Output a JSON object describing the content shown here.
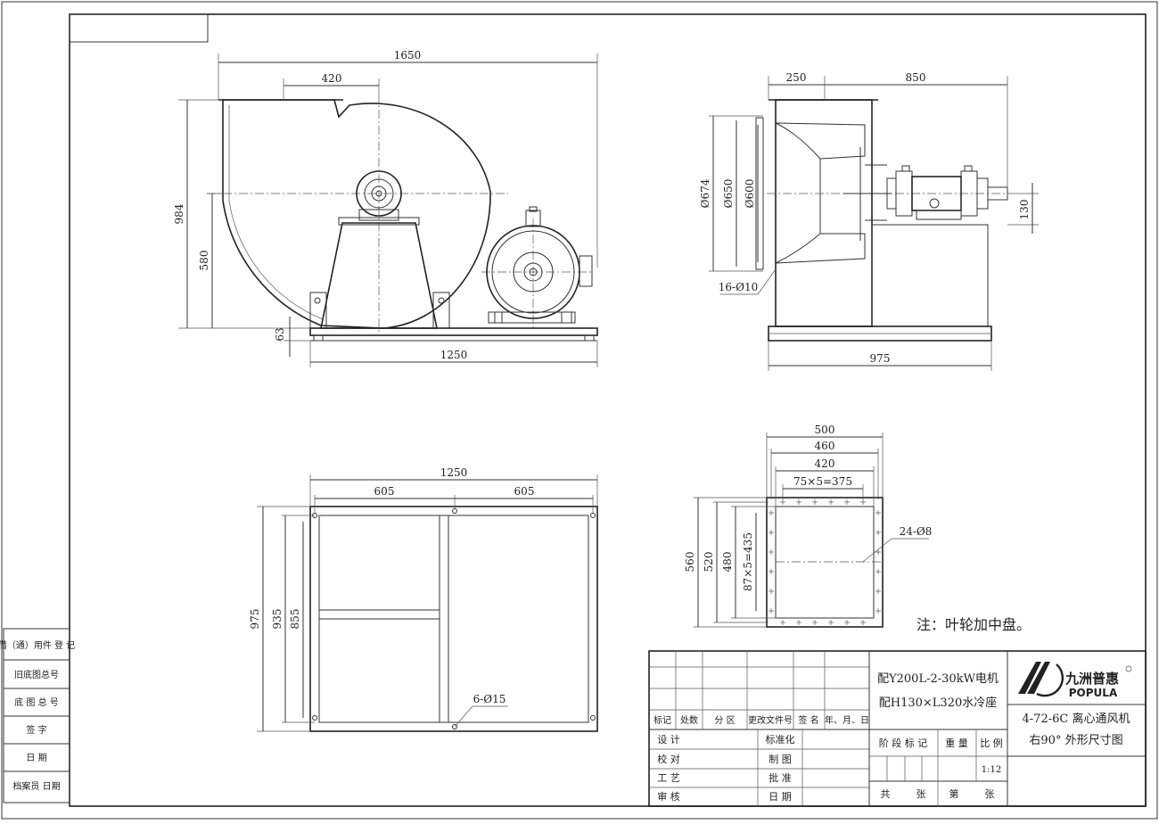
{
  "drawing": {
    "side_view": {
      "overall_width": "1650",
      "outlet_offset": "420",
      "height_total": "984",
      "shaft_height": "580",
      "base_height": "63",
      "base_length": "1250"
    },
    "front_view": {
      "left_width": "250",
      "right_width": "850",
      "d674": "Ø674",
      "d650": "Ø650",
      "d600": "Ø600",
      "holes": "16-Ø10",
      "shaft_h": "130",
      "base_width": "975"
    },
    "base_plan": {
      "length": "1250",
      "half_left": "605",
      "half_right": "605",
      "w975": "975",
      "w935": "935",
      "w855": "855",
      "holes": "6-Ø15"
    },
    "outlet_flange": {
      "w500": "500",
      "w460": "460",
      "w420": "420",
      "pitch_x": "75×5=375",
      "h560": "560",
      "h520": "520",
      "h480": "480",
      "pitch_y": "87×5=435",
      "holes": "24-Ø8"
    },
    "note": "注：叶轮加中盘。"
  },
  "left_block": {
    "rows": [
      "借（通）用件 登 记",
      "旧底图总号",
      "底 图 总 号",
      "签 字",
      "日 期",
      "档案员 日期"
    ]
  },
  "title_block": {
    "rev_headers": [
      "标记",
      "处数",
      "分 区",
      "更改文件号",
      "签 名",
      "年、月、日"
    ],
    "role_left": [
      "设 计",
      "校 对",
      "工 艺",
      "审 核"
    ],
    "role_right": [
      "标准化",
      "制 图",
      "批 准",
      "日 期"
    ],
    "motor_line1": "配Y200L-2-30kW电机",
    "motor_line2": "配H130×L320水冷座",
    "stage_headers": [
      "阶 段 标 记",
      "重 量",
      "比 例"
    ],
    "scale": "1:12",
    "sheet_total": "共",
    "sheet_unit": "张",
    "sheet_num": "第",
    "sheet_unit2": "张",
    "brand_cn": "九洲普惠",
    "brand_en": "POPULA",
    "product": "4-72-6C 离心通风机",
    "drawing_name": "右90° 外形尺寸图"
  }
}
